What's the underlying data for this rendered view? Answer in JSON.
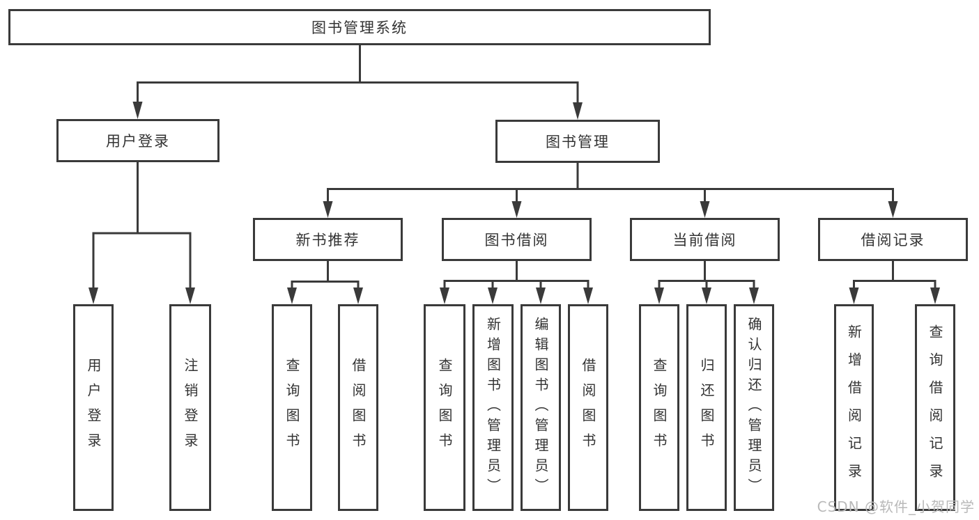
{
  "diagram": {
    "root_label": "图书管理系统",
    "level2": {
      "user_login": "用户登录",
      "book_management": "图书管理"
    },
    "level3": {
      "new_book_recommend": "新书推荐",
      "book_borrow": "图书借阅",
      "current_borrow": "当前借阅",
      "borrow_record": "借阅记录"
    },
    "leaves": {
      "user_login": "用户登录",
      "logout": "注销登录",
      "nb_query": "查询图书",
      "nb_borrow": "借阅图书",
      "bb_query": "查询图书",
      "bb_add_admin": "新增图书（管理员）",
      "bb_edit_admin": "编辑图书（管理员）",
      "bb_borrow": "借阅图书",
      "cb_query": "查询图书",
      "cb_return": "归还图书",
      "cb_confirm_admin": "确认归还（管理员）",
      "br_add": "新增借阅记录",
      "br_query": "查询借阅记录"
    },
    "colors": {
      "line": "#3a3a3a",
      "text": "#333333",
      "background": "#ffffff"
    }
  },
  "watermark": {
    "text": "CSDN @软件_小贺同学",
    "color": "#b9b9b9"
  }
}
